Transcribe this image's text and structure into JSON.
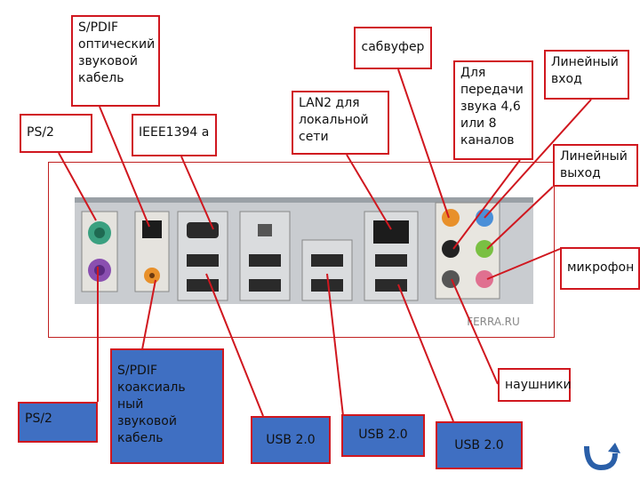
{
  "labels": {
    "spdif_optical": "S/PDIF\nоптический\nзвуковой\nкабель",
    "ps2_top": "PS/2",
    "ieee1394": "IEEE1394 a",
    "subwoofer": "сабвуфер",
    "lan2": "LAN2 для\nлокальной\nсети",
    "audio_46": "Для\nпередачи\nзвука 4,6\nили 8\nканалов",
    "line_in": "Линейный\nвход",
    "line_out": "Линейный\nвыход",
    "microphone": "микрофон",
    "headphones": "наушники",
    "ps2_bottom": "PS/2",
    "spdif_coax": "S/PDIF\nкоаксиаль\nный\nзвуковой\nкабель",
    "usb_1": "USB 2.0",
    "usb_2": "USB 2.0",
    "usb_3": "USB 2.0",
    "watermark": "FERRA.RU"
  },
  "colors": {
    "label_border": "#d0171f",
    "leader_line": "#d0171f",
    "blue_box": "#3f6fc2",
    "ps2_green": "#3aa080",
    "ps2_purple": "#8a4fb0",
    "audio_orange": "#e8902a",
    "audio_blue": "#4a8fd8",
    "audio_green": "#7ac043",
    "audio_pink": "#e07090",
    "nav_icon": "#2a5fa8"
  },
  "icons": {
    "nav": "return-arrow-icon"
  }
}
